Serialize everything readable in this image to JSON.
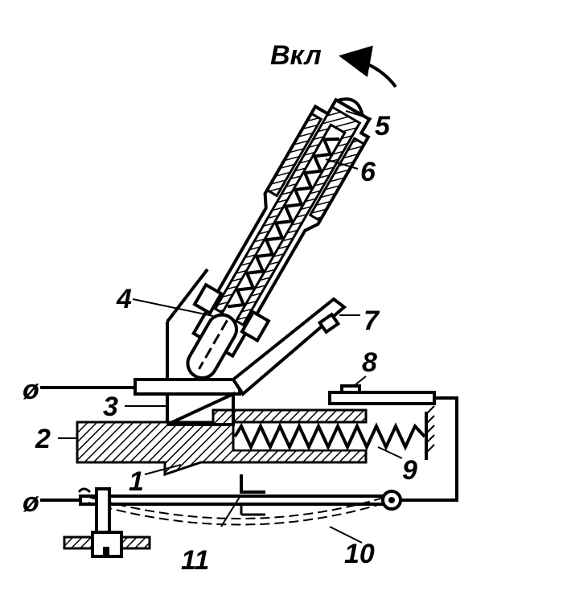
{
  "labels": {
    "on": "Вкл",
    "part1": "1",
    "part2": "2",
    "part3": "3",
    "part4": "4",
    "part5": "5",
    "part6": "6",
    "part7": "7",
    "part8": "8",
    "part9": "9",
    "part10": "10",
    "part11": "11"
  },
  "terminals": {
    "upper": "ø",
    "lower": "ø"
  }
}
